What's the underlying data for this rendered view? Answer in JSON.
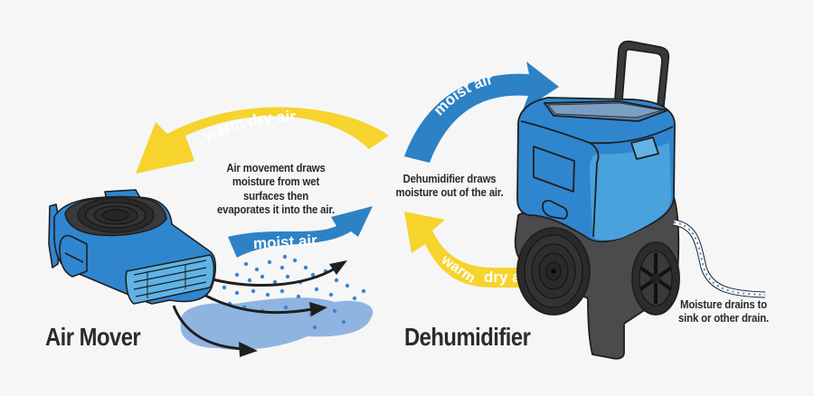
{
  "diagram": {
    "colors": {
      "background": "#f6f6f6",
      "arrow_blue": "#2d82c6",
      "arrow_yellow": "#f6d32d",
      "device_blue": "#2f86cf",
      "device_blue_light": "#5fb3e6",
      "device_dark": "#4b4b4d",
      "outline": "#1f1f1f",
      "puddle": "#8fb4e0",
      "droplet": "#3a86d0",
      "text": "#2b2b2b"
    },
    "devices": {
      "air_mover": {
        "label": "Air Mover",
        "icon": "air-mover-illustration"
      },
      "dehumidifier": {
        "label": "Dehumidifier",
        "icon": "dehumidifier-illustration"
      }
    },
    "arrows": {
      "top_left": {
        "label": "warm dry air",
        "color": "yellow",
        "direction": "right-to-left"
      },
      "bottom_left": {
        "label": "moist air",
        "color": "blue",
        "direction": "left-to-right"
      },
      "top_right": {
        "label": "moist air",
        "color": "blue",
        "direction": "to-dehumidifier"
      },
      "bottom_right": {
        "label": "warm dry air",
        "color": "yellow",
        "direction": "from-dehumidifier"
      }
    },
    "captions": {
      "air_movement": [
        "Air movement draws",
        "moisture from wet",
        "surfaces then",
        "evaporates it into the air."
      ],
      "dehumidifier": [
        "Dehumidifier draws",
        "moisture out of the air."
      ],
      "drain": [
        "Moisture drains to",
        "sink or other drain."
      ]
    }
  }
}
